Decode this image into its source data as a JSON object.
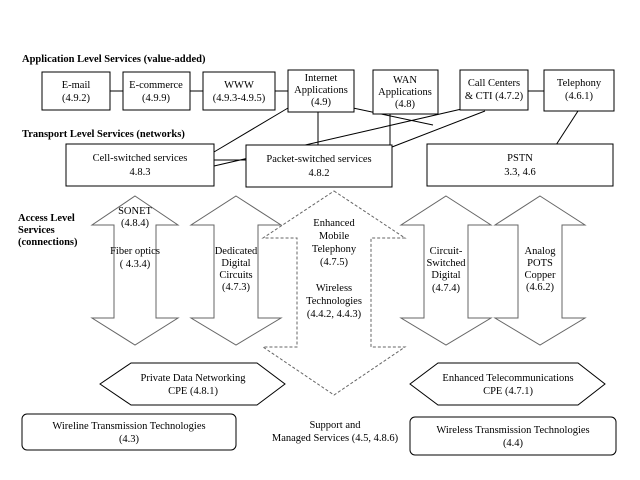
{
  "sections": {
    "application": "Application Level Services (value-added)",
    "transport": "Transport Level Services (networks)",
    "access": [
      "Access Level",
      "Services",
      "(connections)"
    ]
  },
  "app_boxes": [
    {
      "lines": [
        "E-mail",
        "(4.9.2)"
      ]
    },
    {
      "lines": [
        "E-commerce",
        "(4.9.9)"
      ]
    },
    {
      "lines": [
        "WWW",
        "(4.9.3-4.9.5)"
      ]
    },
    {
      "lines": [
        "Internet",
        "Applications",
        "(4.9)"
      ]
    },
    {
      "lines": [
        "WAN",
        "Applications",
        "(4.8)"
      ]
    },
    {
      "lines": [
        "Call Centers",
        "& CTI (4.7.2)"
      ]
    },
    {
      "lines": [
        "Telephony",
        "(4.6.1)"
      ]
    }
  ],
  "transport_boxes": [
    {
      "lines": [
        "Cell-switched services",
        "4.8.3"
      ]
    },
    {
      "lines": [
        "Packet-switched services",
        "4.8.2"
      ]
    },
    {
      "lines": [
        "PSTN",
        "3.3, 4.6"
      ]
    }
  ],
  "access_arrows": [
    {
      "lines": [
        "SONET",
        "(4.8.4)",
        "",
        "Fiber optics",
        "( 4.3.4)"
      ]
    },
    {
      "lines": [
        "Dedicated",
        "Digital",
        "Circuits",
        "(4.7.3)"
      ]
    },
    {
      "lines": [
        "Enhanced",
        "Mobile",
        "Telephony",
        "(4.7.5)",
        "",
        "Wireless",
        "Technologies",
        "(4.4.2, 4.4.3)"
      ]
    },
    {
      "lines": [
        "Circuit-",
        "Switched",
        "Digital",
        "(4.7.4)"
      ]
    },
    {
      "lines": [
        "Analog",
        "POTS",
        "Copper",
        "(4.6.2)"
      ]
    }
  ],
  "cpe": [
    {
      "lines": [
        "Private Data Networking",
        "CPE  (4.8.1)"
      ]
    },
    {
      "lines": [
        "Enhanced Telecommunications",
        "CPE (4.7.1)"
      ]
    }
  ],
  "bottom": {
    "wireline": [
      "Wireline Transmission Technologies",
      "(4.3)"
    ],
    "support": [
      "Support and",
      "Managed Services (4.5, 4.8.6)"
    ],
    "wireless": [
      "Wireless Transmission Technologies",
      "(4.4)"
    ]
  }
}
